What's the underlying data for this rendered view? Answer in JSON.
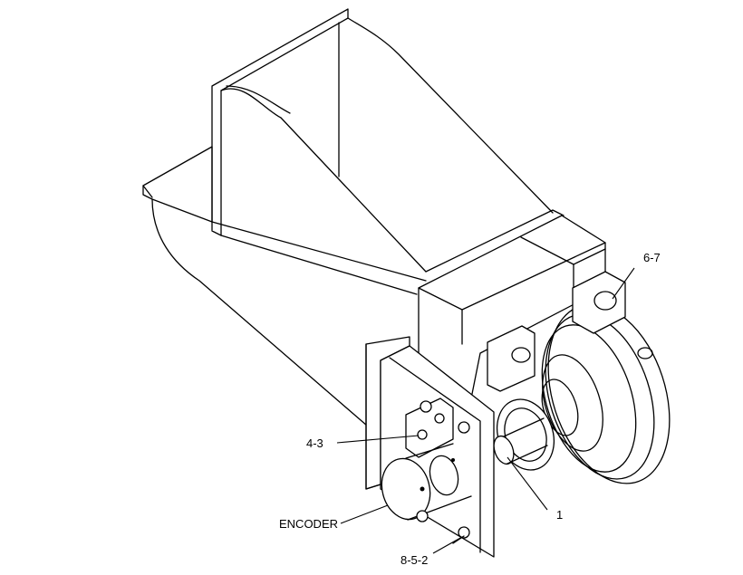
{
  "callouts": {
    "part_6_7": "6-7",
    "part_4_3": "4-3",
    "part_1": "1",
    "encoder": "ENCODER",
    "part_8_5_2": "8-5-2"
  }
}
